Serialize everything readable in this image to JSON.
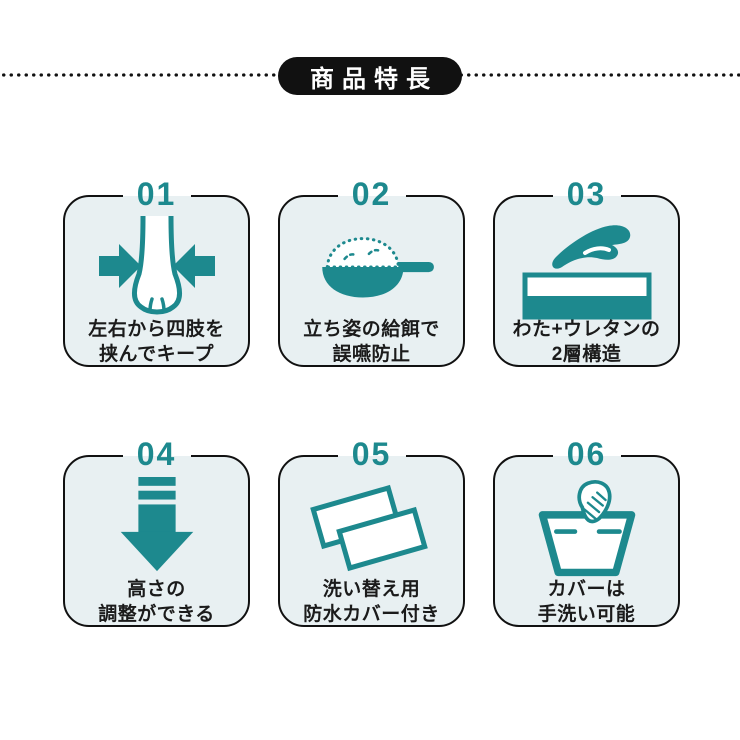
{
  "header": {
    "title": "商品特長"
  },
  "colors": {
    "accent": "#1d898e",
    "card_bg": "#e8f0f2",
    "ink": "#111111",
    "text": "#1b1b1b"
  },
  "cards": [
    {
      "number": "01",
      "icon": "clamp-paw-icon",
      "lines": [
        "左右から四肢を",
        "挟んでキープ"
      ]
    },
    {
      "number": "02",
      "icon": "spoon-feeding-icon",
      "lines": [
        "立ち姿の給餌で",
        "誤嚥防止"
      ]
    },
    {
      "number": "03",
      "icon": "two-layer-cushion-icon",
      "lines": [
        "わた+ウレタンの",
        "2層構造"
      ]
    },
    {
      "number": "04",
      "icon": "height-adjust-arrow-icon",
      "lines": [
        "高さの",
        "調整ができる"
      ]
    },
    {
      "number": "05",
      "icon": "waterproof-covers-icon",
      "lines": [
        "洗い替え用",
        "防水カバー付き"
      ]
    },
    {
      "number": "06",
      "icon": "hand-wash-icon",
      "lines": [
        "カバーは",
        "手洗い可能"
      ]
    }
  ]
}
